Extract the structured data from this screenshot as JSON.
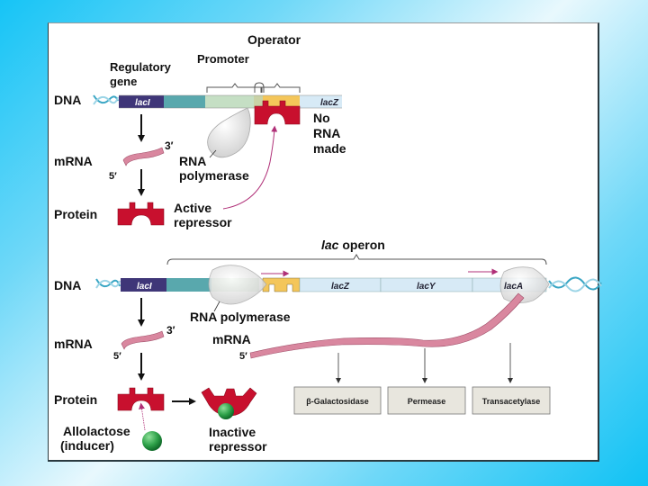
{
  "colors": {
    "lacI": "#3f3678",
    "teal_region": "#59a8ad",
    "promoter": "#c5dfc4",
    "operator": "#f4c65a",
    "structural_genes": "#d7eaf6",
    "repressor": "#c8102e",
    "mrna": "#d9879f",
    "inducer": "#2fa24a",
    "polymerase": "#ececec",
    "magenta_arrow": "#b03078",
    "helix": "#3aa6c4"
  },
  "top_panel": {
    "operator_label": "Operator",
    "promoter_label": "Promoter",
    "regulatory_gene_label": [
      "Regulatory",
      "gene"
    ],
    "dna_label": "DNA",
    "lacI_label": "lacI",
    "lacZ_label": "lacZ",
    "no_rna_label": [
      "No",
      "RNA",
      "made"
    ],
    "mrna_label": "mRNA",
    "three_prime": "3′",
    "five_prime": "5′",
    "rna_polymerase_label": [
      "RNA",
      "polymerase"
    ],
    "protein_label": "Protein",
    "active_repressor_label": [
      "Active",
      "repressor"
    ]
  },
  "bottom_panel": {
    "operon_label_italic": "lac",
    "operon_label": " operon",
    "dna_label": "DNA",
    "lacI_label": "lacI",
    "lacZ_label": "lacZ",
    "lacY_label": "lacY",
    "lacA_label": "lacA",
    "rna_polymerase_label": "RNA polymerase",
    "mrna_label_left": "mRNA",
    "three_prime": "3′",
    "five_prime_left": "5′",
    "mrna_label_right": "mRNA",
    "five_prime_right": "5′",
    "protein_label": "Protein",
    "allolactose_label": [
      "Allolactose",
      "(inducer)"
    ],
    "inactive_repressor_label": [
      "Inactive",
      "repressor"
    ],
    "enzymes": [
      "β-Galactosidase",
      "Permease",
      "Transacetylase"
    ]
  }
}
